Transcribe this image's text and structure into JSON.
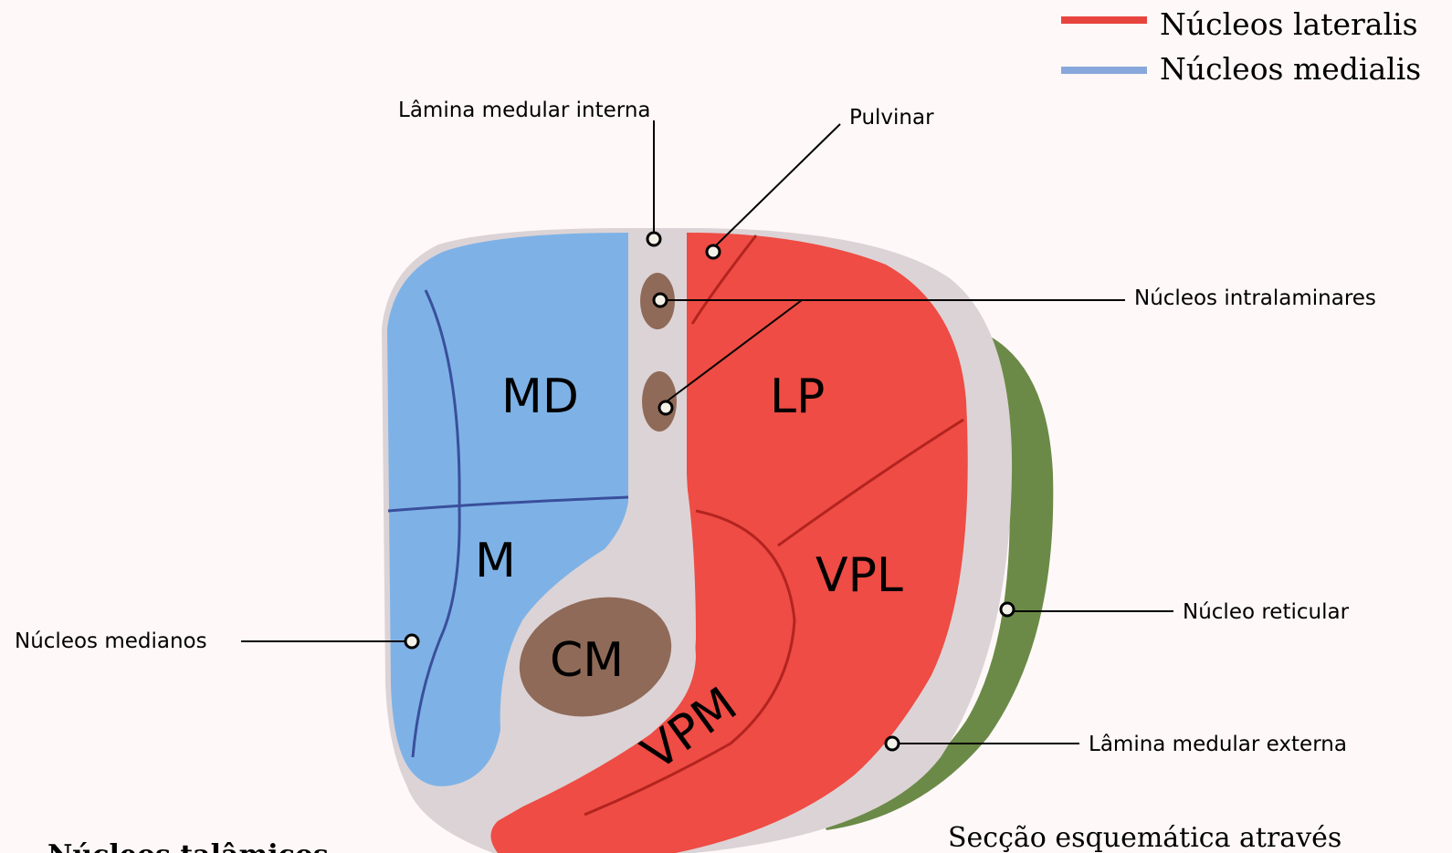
{
  "legend": {
    "lateral": {
      "label": "Núcleos lateralis",
      "color": "#e8443e"
    },
    "medial": {
      "label": "Núcleos medialis",
      "color": "#88a8dc"
    }
  },
  "regions": {
    "md": "MD",
    "lp": "LP",
    "m": "M",
    "vpl": "VPL",
    "cm": "CM",
    "vpm": "VPM"
  },
  "callouts": {
    "lamina_interna": "Lâmina medular interna",
    "pulvinar": "Pulvinar",
    "intralaminares": "Núcleos intralaminares",
    "medianos": "Núcleos medianos",
    "reticular": "Núcleo reticular",
    "lamina_externa": "Lâmina medular externa"
  },
  "caption": "Secção esquemática através",
  "title": "Núcleos talâmicos",
  "colors": {
    "background": "#fff8f8",
    "medial_fill": "#7eb2e6",
    "lateral_fill": "#ee4c44",
    "lamina_fill": "#dcd3d6",
    "reticular_fill": "#6b8a47",
    "cm_fill": "#8f6a58",
    "medial_line": "#3a4f9c",
    "lateral_line": "#b3241f"
  }
}
